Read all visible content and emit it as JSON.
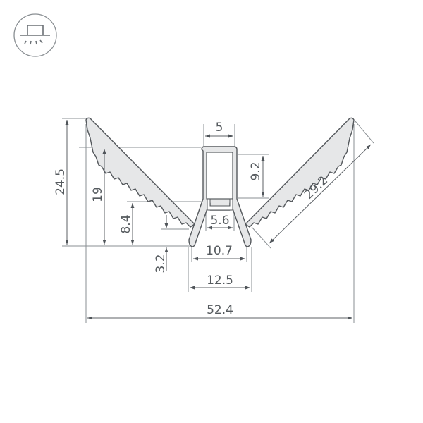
{
  "badge": {
    "icon": "ceiling-light-icon",
    "stroke_color": "#8a8f93"
  },
  "drawing": {
    "units": "mm",
    "colors": {
      "line": "#55595d",
      "fill": "#e6e7e8",
      "text": "#555a5e"
    },
    "dimensions": {
      "top_channel_width": "5",
      "channel_height": "9.2",
      "wing_length": "29.2",
      "total_height": "24.5",
      "wing_height": "19",
      "inner_height": "8.4",
      "lip_height": "3.2",
      "insert_width": "5.6",
      "inner_base_width": "10.7",
      "outer_base_width": "12.5",
      "total_width": "52.4"
    }
  }
}
